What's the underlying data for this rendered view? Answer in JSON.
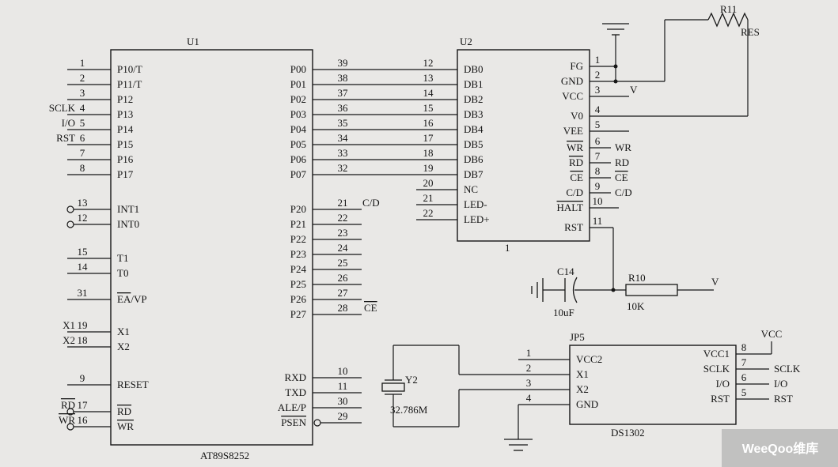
{
  "u1": {
    "ref": "U1",
    "part": "AT89S8252",
    "left_pins": [
      {
        "num": "1",
        "label": "P10/T"
      },
      {
        "num": "2",
        "label": "P11/T"
      },
      {
        "num": "3",
        "label": "P12"
      },
      {
        "num": "4",
        "label": "P13",
        "ext": "SCLK"
      },
      {
        "num": "5",
        "label": "P14",
        "ext": "I/O"
      },
      {
        "num": "6",
        "label": "P15",
        "ext": "RST"
      },
      {
        "num": "7",
        "label": "P16"
      },
      {
        "num": "8",
        "label": "P17"
      },
      {
        "num": "13",
        "label": "INT1"
      },
      {
        "num": "12",
        "label": "INT0"
      },
      {
        "num": "15",
        "label": "T1"
      },
      {
        "num": "14",
        "label": "T0"
      },
      {
        "num": "31",
        "label_ea": "EA",
        "label_rest": "/VP"
      },
      {
        "num": "19",
        "label": "X1",
        "ext": "X1"
      },
      {
        "num": "18",
        "label": "X2",
        "ext": "X2"
      },
      {
        "num": "9",
        "label": "RESET"
      },
      {
        "num": "17",
        "label": "RD",
        "ext": "RD"
      },
      {
        "num": "16",
        "label": "WR",
        "ext": "WR"
      }
    ],
    "right_pins": [
      {
        "num": "39",
        "label": "P00"
      },
      {
        "num": "38",
        "label": "P01"
      },
      {
        "num": "37",
        "label": "P02"
      },
      {
        "num": "36",
        "label": "P03"
      },
      {
        "num": "35",
        "label": "P04"
      },
      {
        "num": "34",
        "label": "P05"
      },
      {
        "num": "33",
        "label": "P06"
      },
      {
        "num": "32",
        "label": "P07"
      },
      {
        "num": "21",
        "label": "P20",
        "net": "C/D"
      },
      {
        "num": "22",
        "label": "P21"
      },
      {
        "num": "23",
        "label": "P22"
      },
      {
        "num": "24",
        "label": "P23"
      },
      {
        "num": "25",
        "label": "P24"
      },
      {
        "num": "26",
        "label": "P25"
      },
      {
        "num": "27",
        "label": "P26"
      },
      {
        "num": "28",
        "label": "P27",
        "net": "CE"
      },
      {
        "num": "10",
        "label": "RXD"
      },
      {
        "num": "11",
        "label": "TXD"
      },
      {
        "num": "30",
        "label": "ALE/P"
      },
      {
        "num": "29",
        "label": "PSEN"
      }
    ]
  },
  "u2": {
    "ref": "U2",
    "designator": "1",
    "left_pins": [
      {
        "num": "12",
        "label": "DB0"
      },
      {
        "num": "13",
        "label": "DB1"
      },
      {
        "num": "14",
        "label": "DB2"
      },
      {
        "num": "15",
        "label": "DB3"
      },
      {
        "num": "16",
        "label": "DB4"
      },
      {
        "num": "17",
        "label": "DB5"
      },
      {
        "num": "18",
        "label": "DB6"
      },
      {
        "num": "19",
        "label": "DB7"
      },
      {
        "num": "20",
        "label": "NC"
      },
      {
        "num": "21",
        "label": "LED-"
      },
      {
        "num": "22",
        "label": "LED+"
      }
    ],
    "right_pins": [
      {
        "num": "1",
        "label": "FG"
      },
      {
        "num": "2",
        "label": "GND"
      },
      {
        "num": "3",
        "label": "VCC",
        "net": "V"
      },
      {
        "num": "4",
        "label": "V0"
      },
      {
        "num": "5",
        "label": "VEE"
      },
      {
        "num": "6",
        "label": "WR",
        "net": "WR"
      },
      {
        "num": "7",
        "label": "RD",
        "net": "RD"
      },
      {
        "num": "8",
        "label": "CE",
        "net": "CE"
      },
      {
        "num": "9",
        "label": "C/D",
        "net": "C/D"
      },
      {
        "num": "10",
        "label": "HALT"
      },
      {
        "num": "11",
        "label": "RST"
      }
    ]
  },
  "jp5": {
    "ref": "JP5",
    "part": "DS1302",
    "left_pins": [
      {
        "num": "1",
        "label": "VCC2"
      },
      {
        "num": "2",
        "label": "X1"
      },
      {
        "num": "3",
        "label": "X2"
      },
      {
        "num": "4",
        "label": "GND"
      }
    ],
    "right_pins": [
      {
        "num": "8",
        "label": "VCC1",
        "net": "VCC"
      },
      {
        "num": "7",
        "label": "SCLK",
        "net": "SCLK"
      },
      {
        "num": "6",
        "label": "I/O",
        "net": "I/O"
      },
      {
        "num": "5",
        "label": "RST",
        "net": "RST"
      }
    ]
  },
  "r11": {
    "ref": "R11",
    "value": "RES"
  },
  "r10": {
    "ref": "R10",
    "value": "10K",
    "net": "V"
  },
  "c14": {
    "ref": "C14",
    "value": "10uF"
  },
  "y2": {
    "ref": "Y2",
    "value": "32.786M"
  },
  "watermark": {
    "text": "WeeQoo维库"
  }
}
